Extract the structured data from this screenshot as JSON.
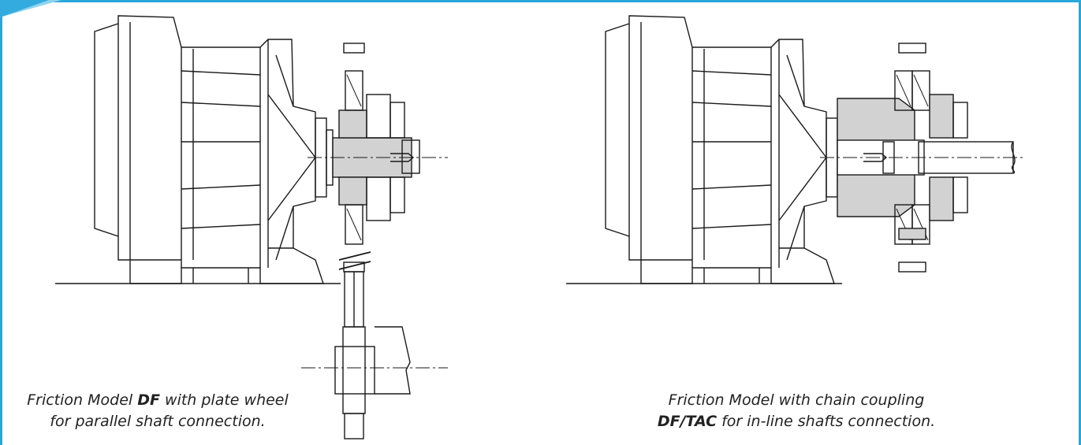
{
  "captions": {
    "left": {
      "prefix": "Friction Model ",
      "model": "DF",
      "line1_suffix": " with plate wheel",
      "line2": "for parallel shaft connection."
    },
    "right": {
      "line1": "Friction Model with chain coupling",
      "model": "DF/TAC",
      "line2_suffix": " for in-line shafts connection."
    }
  },
  "colors": {
    "frame_accent": "#29a6dc",
    "line": "#1a1a1a",
    "fill_grey": "#d2d2d2"
  }
}
